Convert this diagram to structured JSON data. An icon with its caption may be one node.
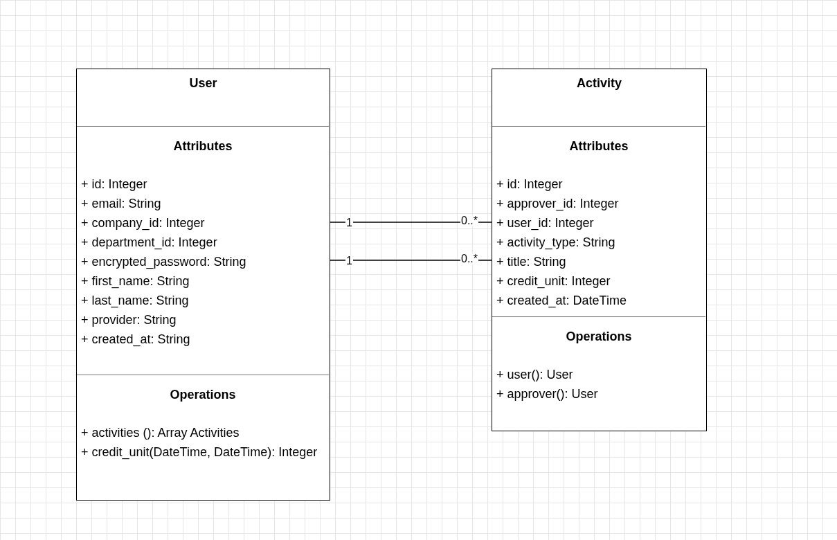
{
  "diagram": {
    "nodes": [
      {
        "text": [
          "User"
        ]
      },
      {
        "text": [
          "Attributes",
          "+ id: Integer",
          "+ email: String",
          "+ company_id: Integer",
          "+ department_id: Integer",
          "+ encrypted_password: String",
          "+ first_name: String",
          "+ last_name: String",
          "+ provider: String",
          "+ created_at: String"
        ],
        "in": 0
      },
      {
        "text": [
          "Operations",
          "+ activities (): Array Activities",
          "+ credit_unit(DateTime, DateTime): Integer"
        ],
        "in": 0
      },
      {
        "text": [
          "Activity"
        ]
      },
      {
        "text": [
          "Attributes",
          "+ id: Integer",
          "+ approver_id: Integer",
          "+ user_id: Integer",
          "+ activity_type: String",
          "+ title: String",
          "+ credit_unit: Integer",
          "+ created_at: DateTime"
        ],
        "in": 3
      },
      {
        "text": [
          "Operations",
          "+ user(): User",
          "+ approver(): User"
        ],
        "in": 3
      }
    ],
    "edges": [
      {
        "from": 1,
        "to": 4,
        "arrow": "none"
      },
      {
        "from": 1,
        "to": 4,
        "arrow": "none"
      }
    ],
    "labels": [
      "1",
      "0..*",
      "1",
      "0..*"
    ]
  }
}
